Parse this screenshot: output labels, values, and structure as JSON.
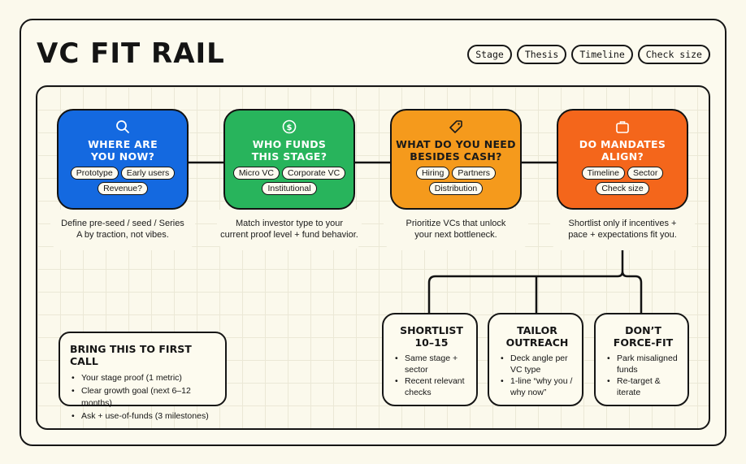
{
  "header": {
    "title": "VC FIT RAIL",
    "tags": [
      "Stage",
      "Thesis",
      "Timeline",
      "Check size"
    ]
  },
  "steps": [
    {
      "icon": "search-icon",
      "title_lines": [
        "WHERE ARE",
        "YOU NOW?"
      ],
      "color": "#1469e0",
      "text_color": "#ffffff",
      "chips": [
        "Prototype",
        "Early users",
        "Revenue?"
      ],
      "caption_lines": [
        "Define pre-seed / seed / Series",
        "A by traction, not vibes."
      ]
    },
    {
      "icon": "dollar-icon",
      "title_lines": [
        "WHO FUNDS",
        "THIS STAGE?"
      ],
      "color": "#28b45c",
      "text_color": "#ffffff",
      "chips": [
        "Micro VC",
        "Corporate VC",
        "Institutional"
      ],
      "caption_lines": [
        "Match investor type to your",
        "current proof level + fund behavior."
      ]
    },
    {
      "icon": "tag-icon",
      "title_lines": [
        "WHAT DO YOU NEED",
        "BESIDES CASH?"
      ],
      "color": "#f59a1c",
      "text_color": "#1a1a1a",
      "chips": [
        "Hiring",
        "Partners",
        "Distribution"
      ],
      "caption_lines": [
        "Prioritize VCs that unlock",
        "your next bottleneck."
      ]
    },
    {
      "icon": "briefcase-icon",
      "title_lines": [
        "DO MANDATES",
        "ALIGN?"
      ],
      "color": "#f4661b",
      "text_color": "#ffffff",
      "chips": [
        "Timeline",
        "Sector",
        "Check size"
      ],
      "caption_lines": [
        "Shortlist only if incentives +",
        "pace + expectations fit you."
      ]
    }
  ],
  "first_call": {
    "title": "BRING THIS TO FIRST CALL",
    "items": [
      "Your stage proof (1 metric)",
      "Clear growth goal (next 6–12 months)",
      "Ask + use-of-funds (3 milestones)"
    ]
  },
  "outcomes": [
    {
      "title_lines": [
        "SHORTLIST",
        "10–15"
      ],
      "items": [
        "Same stage + sector",
        "Recent relevant checks"
      ]
    },
    {
      "title_lines": [
        "TAILOR",
        "OUTREACH"
      ],
      "items": [
        "Deck angle per VC type",
        "1-line “why you / why now”"
      ]
    },
    {
      "title_lines": [
        "DON’T",
        "FORCE-FIT"
      ],
      "items": [
        "Park misaligned funds",
        "Re-target & iterate"
      ]
    }
  ]
}
